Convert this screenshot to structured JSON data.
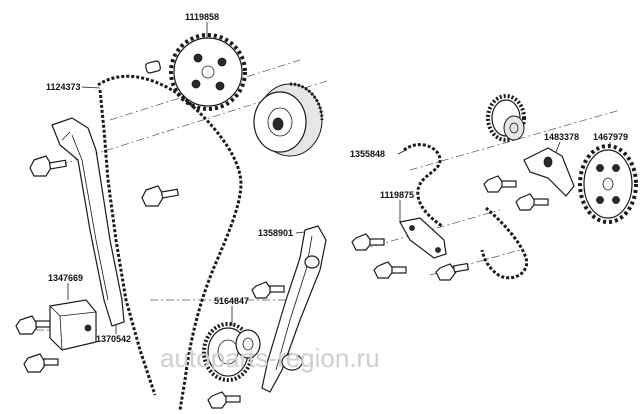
{
  "part_numbers": {
    "camshaft_sprocket_left": "1119858",
    "timing_chain_primary": "1124373",
    "chain_guide_tensioner_side": "1358901",
    "tensioner_assembly": "1347669",
    "chain_guide_fixed": "1370542",
    "crank_sprocket": "5164847",
    "secondary_chain": "1355848",
    "secondary_guide": "1119875",
    "secondary_tensioner": "1483378",
    "camshaft_sprocket_right": "1467979"
  },
  "watermark": "autoparts-region.ru",
  "colors": {
    "ink": "#1a1a1a",
    "watermark": "#cfcfcf"
  }
}
